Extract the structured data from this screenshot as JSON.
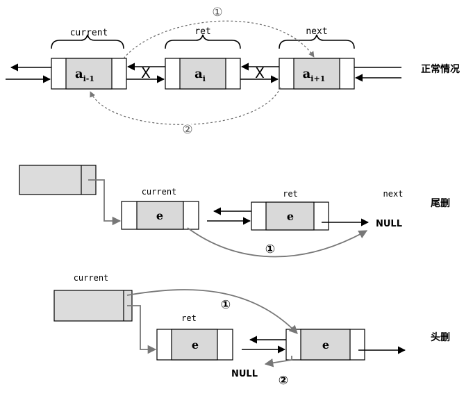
{
  "section1": {
    "labels": {
      "current": "current",
      "ret": "ret",
      "next": "next"
    },
    "nodes": {
      "a_prev": "a",
      "a_prev_sub": "i-1",
      "a_cur": "a",
      "a_cur_sub": "i",
      "a_next": "a",
      "a_next_sub": "i+1"
    },
    "markers": {
      "one": "①",
      "two": "②"
    },
    "x_mark": "X",
    "caption": "正常情况"
  },
  "section2": {
    "labels": {
      "current": "current",
      "ret": "ret",
      "next": "next",
      "null": "NULL"
    },
    "nodes": {
      "current_e": "e",
      "ret_e": "e"
    },
    "marker": "①",
    "caption": "尾删"
  },
  "section3": {
    "labels": {
      "current": "current",
      "ret": "ret",
      "null": "NULL"
    },
    "nodes": {
      "ret_e": "e",
      "next_e": "e"
    },
    "markers": {
      "one": "①",
      "two": "②"
    },
    "caption": "头删"
  },
  "colors": {
    "box_fill": "#d9d9d9",
    "line": "#000000",
    "gray_arrow": "#777777"
  }
}
